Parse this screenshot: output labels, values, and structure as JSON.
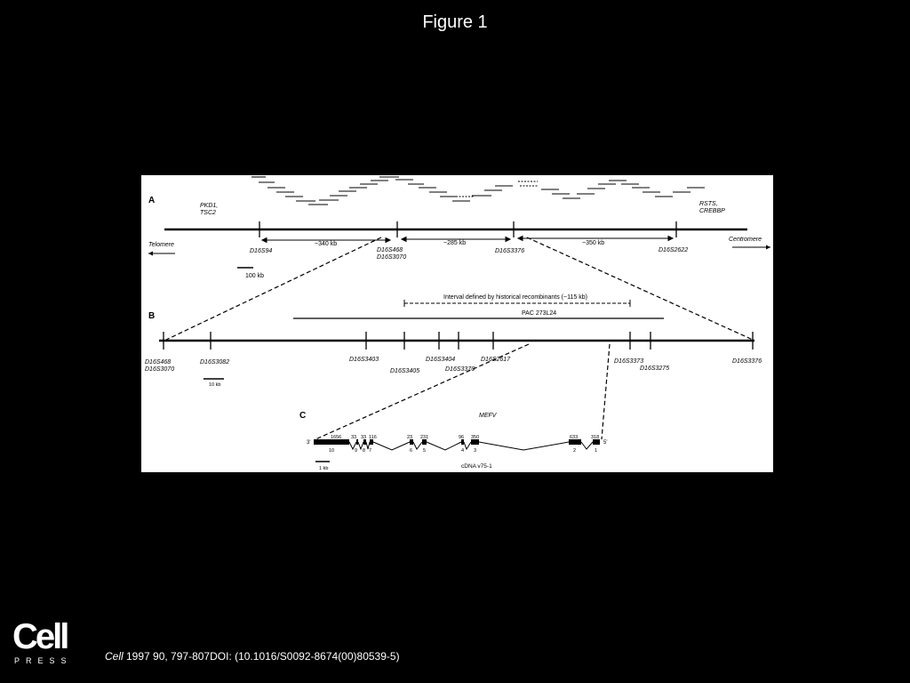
{
  "slide": {
    "title": "Figure 1"
  },
  "citation": {
    "journal": "Cell",
    "rest": " 1997 90, 797-807DOI: (10.1016/S0092-8674(00)80539-5)"
  },
  "logo": {
    "word": "Cell",
    "sub": "PRESS"
  },
  "panel_a": {
    "label": "A",
    "left_genes": [
      "PKD1,",
      "TSC2"
    ],
    "right_genes": [
      "RSTS,",
      "CREBBP"
    ],
    "telomere": "Telomere",
    "centromere": "Centromere",
    "markers": [
      "D16S94",
      "D16S468",
      "D16S3070",
      "D16S3376",
      "D16S2622"
    ],
    "distances": [
      "~340  kb",
      "~285  kb",
      "~350  kb"
    ],
    "scale": "100  kb"
  },
  "panel_b": {
    "label": "B",
    "interval": "Interval defined by historical recombinants (~115 kb)",
    "pac": "PAC 273L24",
    "markers": [
      "D16S468",
      "D16S3070",
      "D16S3082",
      "D16S3403",
      "D16S3405",
      "D16S3404",
      "D16S3370",
      "D16S2617",
      "D16S3373",
      "D16S3275",
      "D16S3376"
    ],
    "scale": "10 kb"
  },
  "panel_c": {
    "label": "C",
    "gene": "MEFV",
    "cdna": "cDNA v75-1",
    "scale": "1 kb",
    "end3": "3'",
    "end5": "5'",
    "exon_sizes": [
      "1656",
      "33",
      "33",
      "116",
      "23",
      "231",
      "96",
      "350",
      "633",
      "318"
    ],
    "exon_numbers": [
      "10",
      "9",
      "8",
      "7",
      "6",
      "5",
      "4",
      "3",
      "2",
      "1"
    ]
  }
}
